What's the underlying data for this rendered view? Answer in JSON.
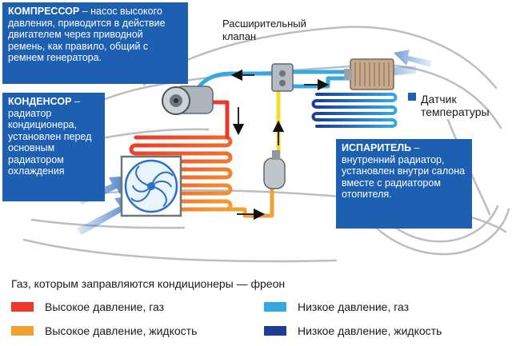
{
  "labels": {
    "compressor_title": "КОМПРЕССОР",
    "compressor_text": "насос высокого давления, приводится в действие двигателем через приводной ремень, как правило, общий с ремнем генератора.",
    "condenser_title": "КОНДЕНСОР",
    "condenser_text": "радиатор кондиционера, установлен перед основным радиатором охлаждения",
    "valve": "Расширительный клапан",
    "sensor": "Датчик температуры",
    "evaporator_title": "ИСПАРИТЕЛЬ",
    "evaporator_text": "внутренний радиатор, установлен внутри салона вместе с радиатором отопителя."
  },
  "legend": {
    "title": "Газ, которым заправляются кондиционеры — фреон",
    "items": [
      {
        "label": "Высокое давление, газ",
        "color": "#e8392b"
      },
      {
        "label": "Низкое давление, газ",
        "color": "#35a8e0"
      },
      {
        "label": "Высокое давление, жидкость",
        "color": "#f3a033"
      },
      {
        "label": "Низкое давление, жидкость",
        "color": "#1c3f95"
      }
    ]
  },
  "colors": {
    "callout_bg": "#1d5fb0",
    "car_outline": "#b9bdc4",
    "high_gas": "#e8392b",
    "high_liquid": "#f3a033",
    "low_gas": "#35a8e0",
    "low_liquid": "#1c3f95",
    "yellow_line": "#f5dc2a"
  }
}
